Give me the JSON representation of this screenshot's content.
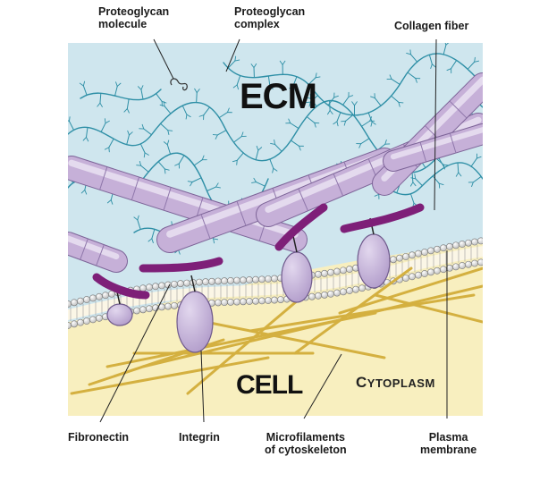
{
  "diagram": {
    "labels": {
      "proteoglycan_molecule": [
        "Proteoglycan",
        "molecule"
      ],
      "proteoglycan_complex": [
        "Proteoglycan",
        "complex"
      ],
      "collagen_fiber": "Collagen fiber",
      "ecm": "ECM",
      "cell": "CELL",
      "cytoplasm_initial": "C",
      "cytoplasm_rest": "YTOPLASM",
      "fibronectin": "Fibronectin",
      "integrin": "Integrin",
      "microfilaments": [
        "Microfilaments",
        "of cytoskeleton"
      ],
      "plasma_membrane": [
        "Plasma",
        "membrane"
      ]
    },
    "colors": {
      "ecm_background": "#cfe6ee",
      "cytoplasm": "#f8efbf",
      "collagen": "#c6b0d8",
      "fibronectin": "#7e1f78",
      "integrin": "#c8b7dc",
      "proteoglycan": "#2e8fa6",
      "microfilament": "#d4b040"
    }
  }
}
